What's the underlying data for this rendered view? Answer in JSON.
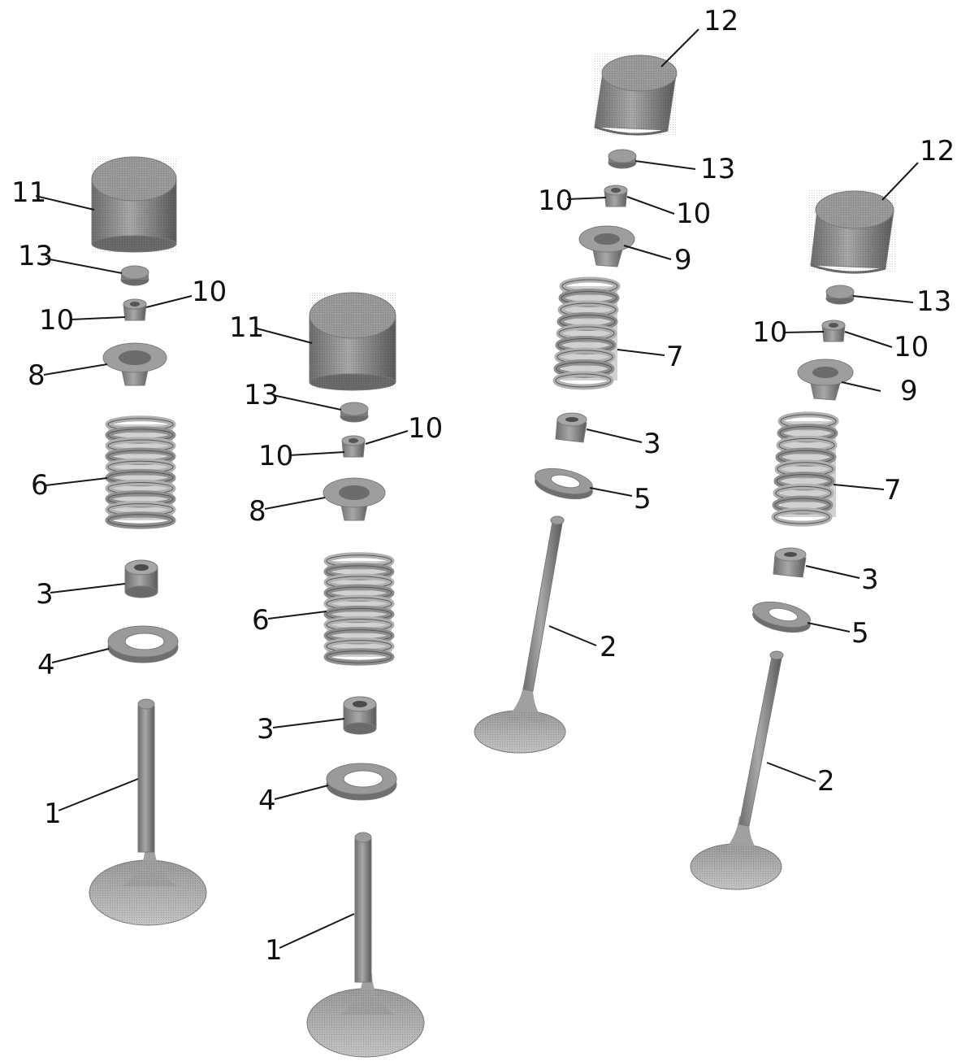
{
  "diagram": {
    "description_hidden": "",
    "callouts": {
      "c_1a": "1",
      "c_1b": "1",
      "c_2a": "2",
      "c_2b": "2",
      "c_3a": "3",
      "c_3b": "3",
      "c_3c": "3",
      "c_3d": "3",
      "c_4a": "4",
      "c_4b": "4",
      "c_5a": "5",
      "c_5b": "5",
      "c_6a": "6",
      "c_6b": "6",
      "c_7a": "7",
      "c_7b": "7",
      "c_8a": "8",
      "c_8b": "8",
      "c_9a": "9",
      "c_9b": "9",
      "c_10a": "10",
      "c_10b": "10",
      "c_10c": "10",
      "c_10d": "10",
      "c_10e": "10",
      "c_10f": "10",
      "c_10g": "10",
      "c_10h": "10",
      "c_11a": "11",
      "c_11b": "11",
      "c_12a": "12",
      "c_12b": "12",
      "c_13a": "13",
      "c_13b": "13",
      "c_13c": "13",
      "c_13d": "13"
    },
    "colors": {
      "part_fill": "#8c8c8c",
      "part_dark": "#5e5e5e",
      "part_light": "#bdbdbd",
      "ink": "#111111"
    }
  }
}
